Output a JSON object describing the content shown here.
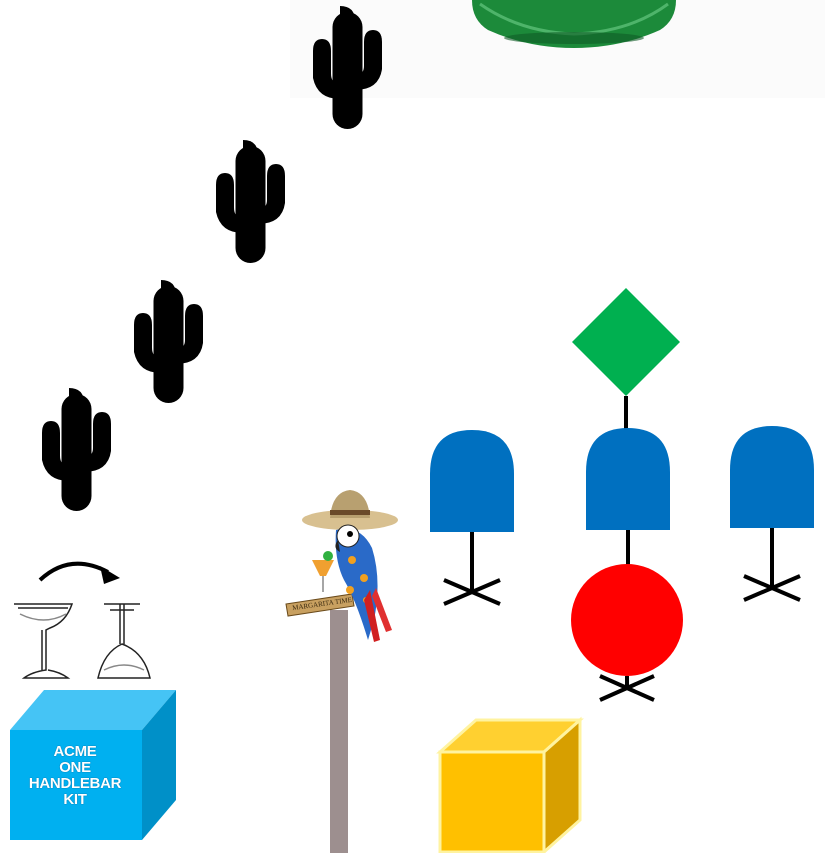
{
  "box": {
    "line1": "ACME",
    "line2": "ONE",
    "line3": "HANDLEBAR",
    "line4": "KIT"
  },
  "sign": {
    "text": "MARGARITA TIME"
  },
  "colors": {
    "cactus": "#000000",
    "bottle_green": "#1c8a3a",
    "diamond": "#00b050",
    "gate_blue": "#0070c0",
    "red_circle": "#ff0000",
    "acme_box_front": "#00b0f0",
    "acme_box_top": "#45c4f5",
    "acme_box_side": "#0090c8",
    "yellow_box_front": "#ffc000",
    "yellow_box_top": "#ffd030",
    "yellow_box_side": "#d79f00",
    "pole": "#9d8f8f"
  },
  "icons": {
    "cactus": "cactus-icon",
    "glass": "margarita-glass-icon",
    "arrow": "curved-arrow-icon",
    "parrot": "parrot-icon",
    "bottle": "green-bottle-icon"
  }
}
